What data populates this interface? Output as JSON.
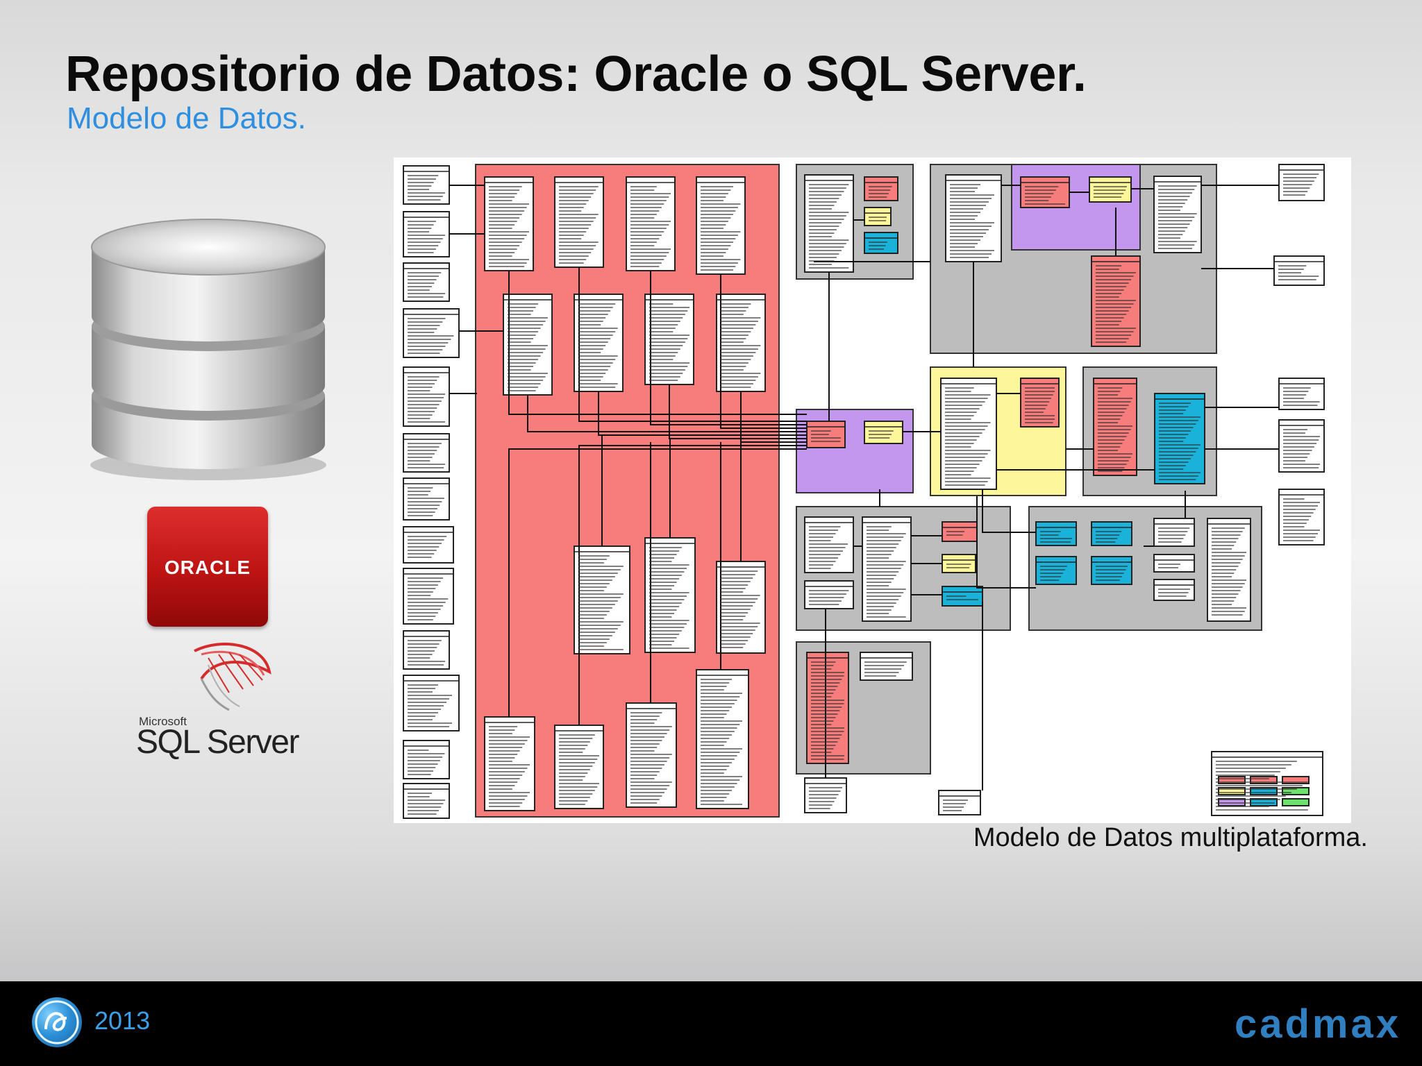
{
  "slide": {
    "title": "Repositorio de Datos: Oracle o SQL Server.",
    "subtitle": "Modelo de Datos."
  },
  "logos": {
    "oracle": "ORACLE",
    "sqlserver_brand": "Microsoft",
    "sqlserver_name": "SQL Server"
  },
  "diagram": {
    "caption": "Modelo de Datos multiplataforma."
  },
  "footer": {
    "year": "2013",
    "brand": "cadmax"
  },
  "colors": {
    "title": "#0b0b0b",
    "subtitle": "#2e8fe0",
    "footer_bg": "#000000",
    "year": "#3aa0ea",
    "brand": "#2f7fc1",
    "erd_red": "#f77c7c",
    "erd_gray": "#bdbdbd",
    "erd_purple": "#c497ee",
    "erd_yellow": "#fdf69a",
    "erd_cyan": "#1ab2d8"
  }
}
